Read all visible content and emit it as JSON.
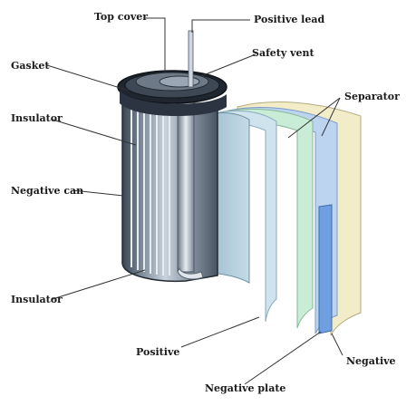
{
  "labels": {
    "top_cover": "Top cover",
    "positive_lead": "Positive lead",
    "gasket": "Gasket",
    "safety_vent": "Safety vent",
    "separator": "Separator",
    "insulator_top": "Insulator",
    "negative_can": "Negative can",
    "insulator_bottom": "Insulator",
    "positive": "Positive",
    "negative_plate": "Negative plate",
    "negative": "Negative"
  },
  "colors": {
    "can_dark": "#2b3440",
    "can_mid": "#8f9cab",
    "can_light": "#d7dee6",
    "positive_sheet": "#cfe3ee",
    "separator_green": "#c9ecd6",
    "separator_cream": "#f3ecc8",
    "negative_sheet": "#bcd4f0",
    "negative_plate": "#6f9fe0",
    "leader": "#333333"
  }
}
